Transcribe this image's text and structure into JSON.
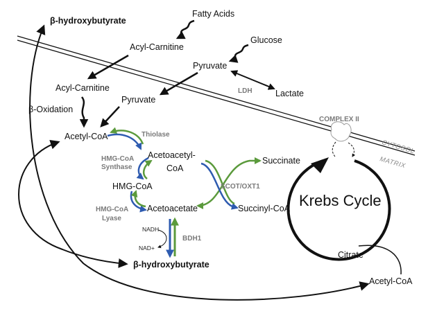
{
  "labels": {
    "bhb_top": "β-hydroxybutyrate",
    "fatty_acids": "Fatty Acids",
    "glucose": "Glucose",
    "acyl_carnitine_cyto": "Acyl-Carnitine",
    "pyruvate_cyto": "Pyruvate",
    "ldh": "LDH",
    "lactate": "Lactate",
    "acyl_carnitine_mito": "Acyl-Carnitine",
    "pyruvate_mito": "Pyruvate",
    "beta_oxidation": "β-Oxidation",
    "acetyl_coa": "Acetyl-CoA",
    "thiolase": "Thiolase",
    "acetoacetyl_coa_1": "Acetoacetyl-",
    "acetoacetyl_coa_2": "CoA",
    "hmg_coa_synthase_1": "HMG-CoA",
    "hmg_coa_synthase_2": "Synthase",
    "hmg_coa": "HMG-CoA",
    "hmg_coa_lyase_1": "HMG-CoA",
    "hmg_coa_lyase_2": "Lyase",
    "acetoacetate": "Acetoacetate",
    "scot": "SCOT/OXT1",
    "succinate": "Succinate",
    "succinyl_coa": "Succinyl-CoA",
    "complex2": "COMPLEX II",
    "cytosol": "CYTOSOL",
    "matrix": "MATRIX",
    "krebs_cycle": "Krebs Cycle",
    "nadh": "NADH",
    "nad": "NAD+",
    "bdh1": "BDH1",
    "bhb_bottom": "β-hydroxybutyrate",
    "citrate": "Citrate",
    "acetyl_coa_bottom": "Acetyl-CoA"
  },
  "colors": {
    "green": "#5b9a3c",
    "blue": "#2e5bb0",
    "black": "#111111",
    "enzyme_gray": "#7a7a7a"
  }
}
